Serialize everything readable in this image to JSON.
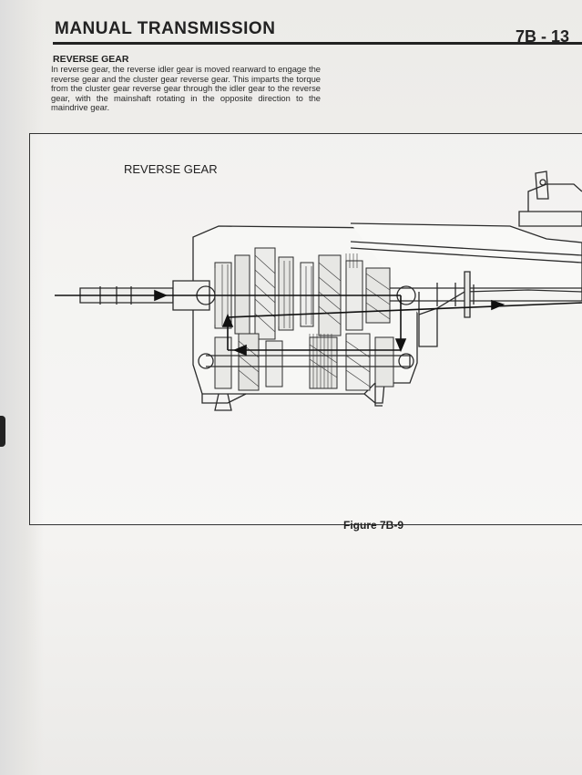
{
  "header": {
    "title": "MANUAL TRANSMISSION",
    "page_number": "7B - 13"
  },
  "section": {
    "heading": "REVERSE GEAR",
    "body": "In reverse gear, the reverse idler gear is moved rearward to engage the reverse gear and the cluster gear reverse gear. This imparts the torque from the cluster gear reverse gear through the idler gear to the reverse gear, with the mainshaft rotating in the opposite direction to the maindrive gear."
  },
  "figure": {
    "diagram_title": "REVERSE GEAR",
    "caption": "Figure 7B-9"
  },
  "colors": {
    "ink": "#222222",
    "paper": "#f1f0ee"
  }
}
